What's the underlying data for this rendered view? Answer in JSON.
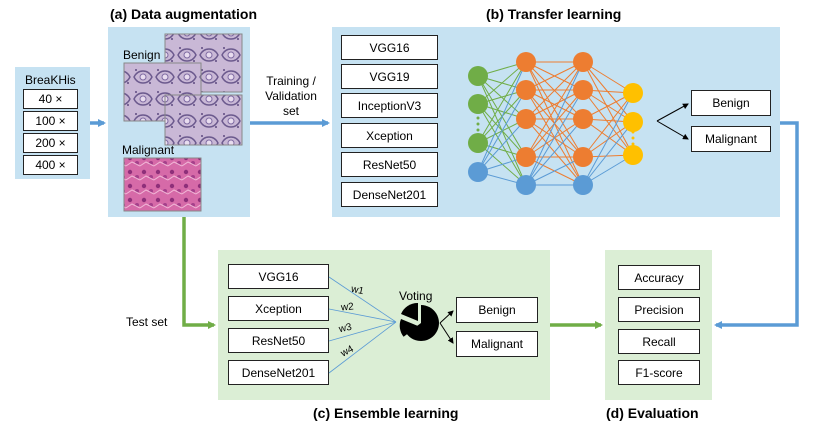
{
  "sections": {
    "a_title": "(a) Data augmentation",
    "b_title": "(b) Transfer learning",
    "c_title": "(c) Ensemble learning",
    "d_title": "(d) Evaluation"
  },
  "dataset": {
    "name": "BreaKHis",
    "magnifications": [
      "40 ×",
      "100 ×",
      "200 ×",
      "400 ×"
    ]
  },
  "augmentation": {
    "benign_label": "Benign",
    "malignant_label": "Malignant"
  },
  "flow_labels": {
    "train_val": "Training /\nValidation\nset",
    "test": "Test set"
  },
  "transfer": {
    "models": [
      "VGG16",
      "VGG19",
      "InceptionV3",
      "Xception",
      "ResNet50",
      "DenseNet201"
    ],
    "outputs": [
      "Benign",
      "Malignant"
    ]
  },
  "ensemble": {
    "models": [
      "VGG16",
      "Xception",
      "ResNet50",
      "DenseNet201"
    ],
    "weights": [
      "w1",
      "w2",
      "w3",
      "w4"
    ],
    "voting_label": "Voting",
    "outputs": [
      "Benign",
      "Malignant"
    ]
  },
  "evaluation": {
    "metrics": [
      "Accuracy",
      "Precision",
      "Recall",
      "F1-score"
    ]
  },
  "colors": {
    "blue_panel": "#c6e2f2",
    "green_panel": "#dbeed5",
    "arrow_blue": "#5b9bd5",
    "arrow_green": "#70ad47",
    "node_green": "#70ad47",
    "node_orange": "#ed7d31",
    "node_blue": "#5b9bd5",
    "node_yellow": "#ffc000"
  }
}
